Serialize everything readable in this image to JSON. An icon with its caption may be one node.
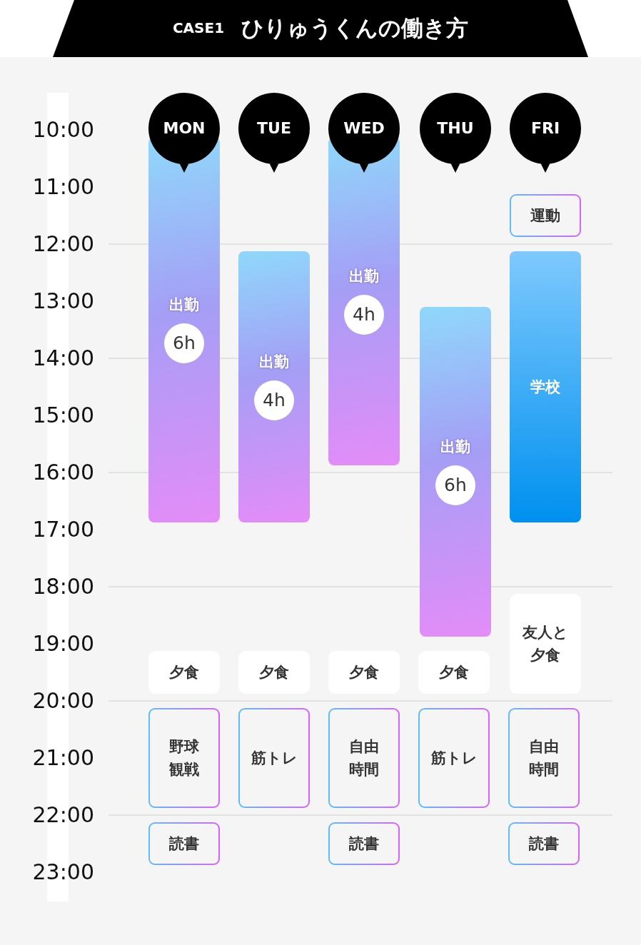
{
  "diagram": {
    "title": "ひりゅうくんの働き方",
    "nodes": [
      {
        "text": [
          "MON"
        ]
      },
      {
        "text": [
          "出勤"
        ]
      },
      {
        "text": [
          "6h"
        ],
        "in": 1
      },
      {
        "text": [
          "夕食"
        ]
      },
      {
        "text": [
          "野球観戦"
        ]
      },
      {
        "text": [
          "読書"
        ]
      },
      {
        "text": [
          "TUE"
        ]
      },
      {
        "text": [
          "出勤"
        ]
      },
      {
        "text": [
          "4h"
        ],
        "in": 7
      },
      {
        "text": [
          "夕食"
        ]
      },
      {
        "text": [
          "筋トレ"
        ]
      },
      {
        "text": [
          "WED"
        ]
      },
      {
        "text": [
          "出勤"
        ]
      },
      {
        "text": [
          "4h"
        ],
        "in": 12
      },
      {
        "text": [
          "夕食"
        ]
      },
      {
        "text": [
          "自由時間"
        ]
      },
      {
        "text": [
          "読書"
        ]
      },
      {
        "text": [
          "THU"
        ]
      },
      {
        "text": [
          "出勤"
        ]
      },
      {
        "text": [
          "6h"
        ],
        "in": 18
      },
      {
        "text": [
          "夕食"
        ]
      },
      {
        "text": [
          "筋トレ"
        ]
      },
      {
        "text": [
          "FRI"
        ]
      },
      {
        "text": [
          "運動"
        ]
      },
      {
        "text": [
          "学校"
        ]
      },
      {
        "text": [
          "友人と夕食"
        ]
      },
      {
        "text": [
          "自由時間"
        ]
      },
      {
        "text": [
          "読書"
        ]
      }
    ],
    "labels": [
      "CASE1",
      "10:00",
      "11:00",
      "12:00",
      "13:00",
      "14:00",
      "15:00",
      "16:00",
      "17:00",
      "18:00",
      "19:00",
      "20:00",
      "21:00",
      "22:00",
      "23:00"
    ]
  }
}
